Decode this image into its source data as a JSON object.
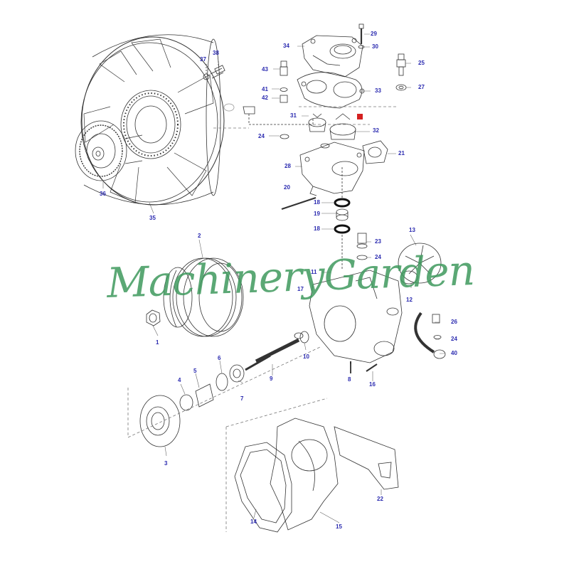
{
  "diagram": {
    "watermark_text": "MachineryGarden",
    "marker_color": "#d42020",
    "label_color": "#2b2bb0",
    "watermark_color": "#3f9a5e",
    "callouts": [
      {
        "id": "c29",
        "label": "29"
      },
      {
        "id": "c30",
        "label": "30"
      },
      {
        "id": "c34",
        "label": "34"
      },
      {
        "id": "c37",
        "label": "37"
      },
      {
        "id": "c38",
        "label": "38"
      },
      {
        "id": "c25",
        "label": "25"
      },
      {
        "id": "c43",
        "label": "43"
      },
      {
        "id": "c33",
        "label": "33"
      },
      {
        "id": "c27",
        "label": "27"
      },
      {
        "id": "c41",
        "label": "41"
      },
      {
        "id": "c42",
        "label": "42"
      },
      {
        "id": "c31",
        "label": "31"
      },
      {
        "id": "c32",
        "label": "32"
      },
      {
        "id": "c24a",
        "label": "24"
      },
      {
        "id": "c21",
        "label": "21"
      },
      {
        "id": "c28",
        "label": "28"
      },
      {
        "id": "c36",
        "label": "36"
      },
      {
        "id": "c20",
        "label": "20"
      },
      {
        "id": "c18a",
        "label": "18"
      },
      {
        "id": "c19",
        "label": "19"
      },
      {
        "id": "c18b",
        "label": "18"
      },
      {
        "id": "c35",
        "label": "35"
      },
      {
        "id": "c2",
        "label": "2"
      },
      {
        "id": "c23",
        "label": "23"
      },
      {
        "id": "c13",
        "label": "13"
      },
      {
        "id": "c24b",
        "label": "24"
      },
      {
        "id": "c11",
        "label": "11"
      },
      {
        "id": "c12",
        "label": "12"
      },
      {
        "id": "c17",
        "label": "17"
      },
      {
        "id": "c26",
        "label": "26"
      },
      {
        "id": "c24c",
        "label": "24"
      },
      {
        "id": "c1",
        "label": "1"
      },
      {
        "id": "c10",
        "label": "10"
      },
      {
        "id": "c40",
        "label": "40"
      },
      {
        "id": "c6",
        "label": "6"
      },
      {
        "id": "c9",
        "label": "9"
      },
      {
        "id": "c8",
        "label": "8"
      },
      {
        "id": "c16",
        "label": "16"
      },
      {
        "id": "c4",
        "label": "4"
      },
      {
        "id": "c5",
        "label": "5"
      },
      {
        "id": "c7",
        "label": "7"
      },
      {
        "id": "c3",
        "label": "3"
      },
      {
        "id": "c22",
        "label": "22"
      },
      {
        "id": "c14",
        "label": "14"
      },
      {
        "id": "c15",
        "label": "15"
      }
    ]
  }
}
